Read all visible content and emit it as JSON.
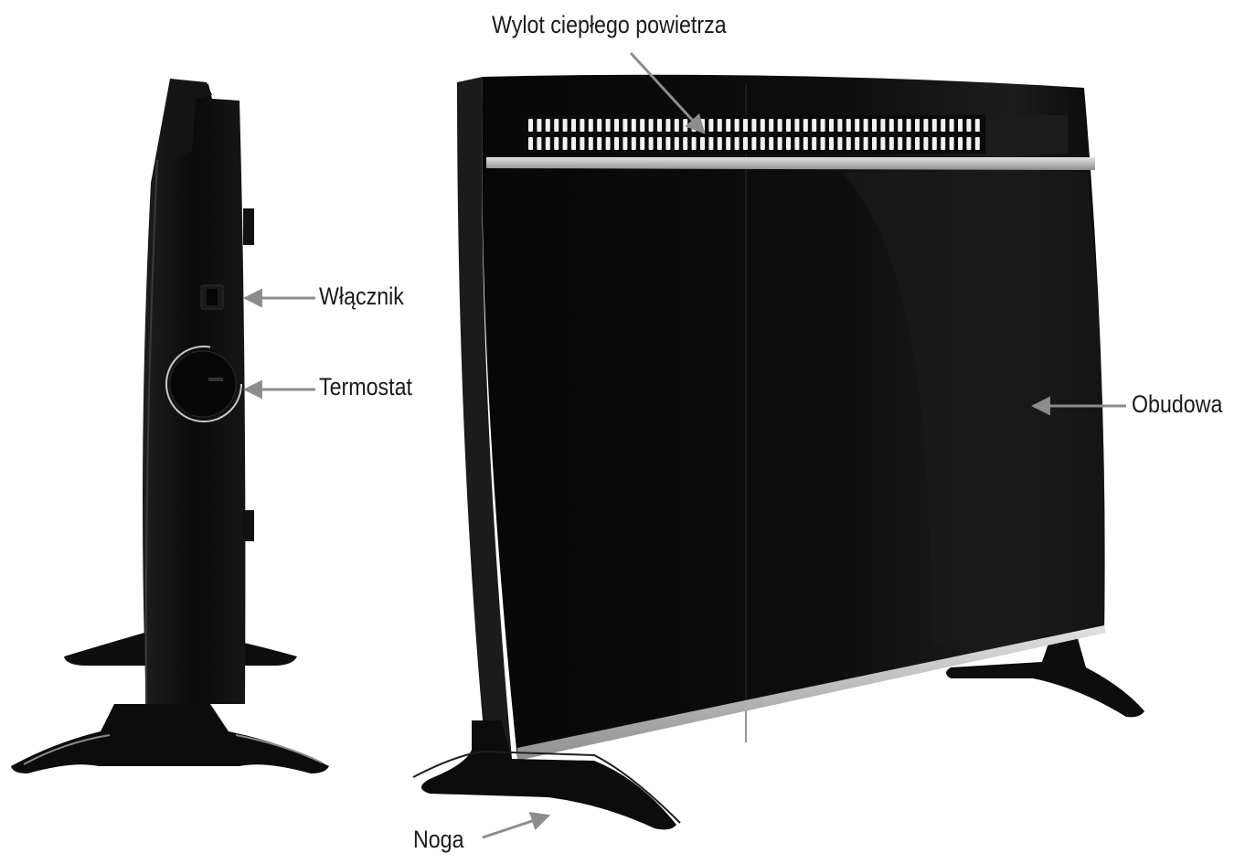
{
  "labels": {
    "outlet": "Wylot ciepłego powietrza",
    "switch": "Włącznik",
    "thermostat": "Termostat",
    "housing": "Obudowa",
    "leg": "Noga"
  },
  "colors": {
    "body": "#0b0b0b",
    "edge": "#2a2a2a",
    "trim": "#b9b9b9",
    "arrow": "#8c8c8c",
    "text": "#1a1a1a"
  }
}
